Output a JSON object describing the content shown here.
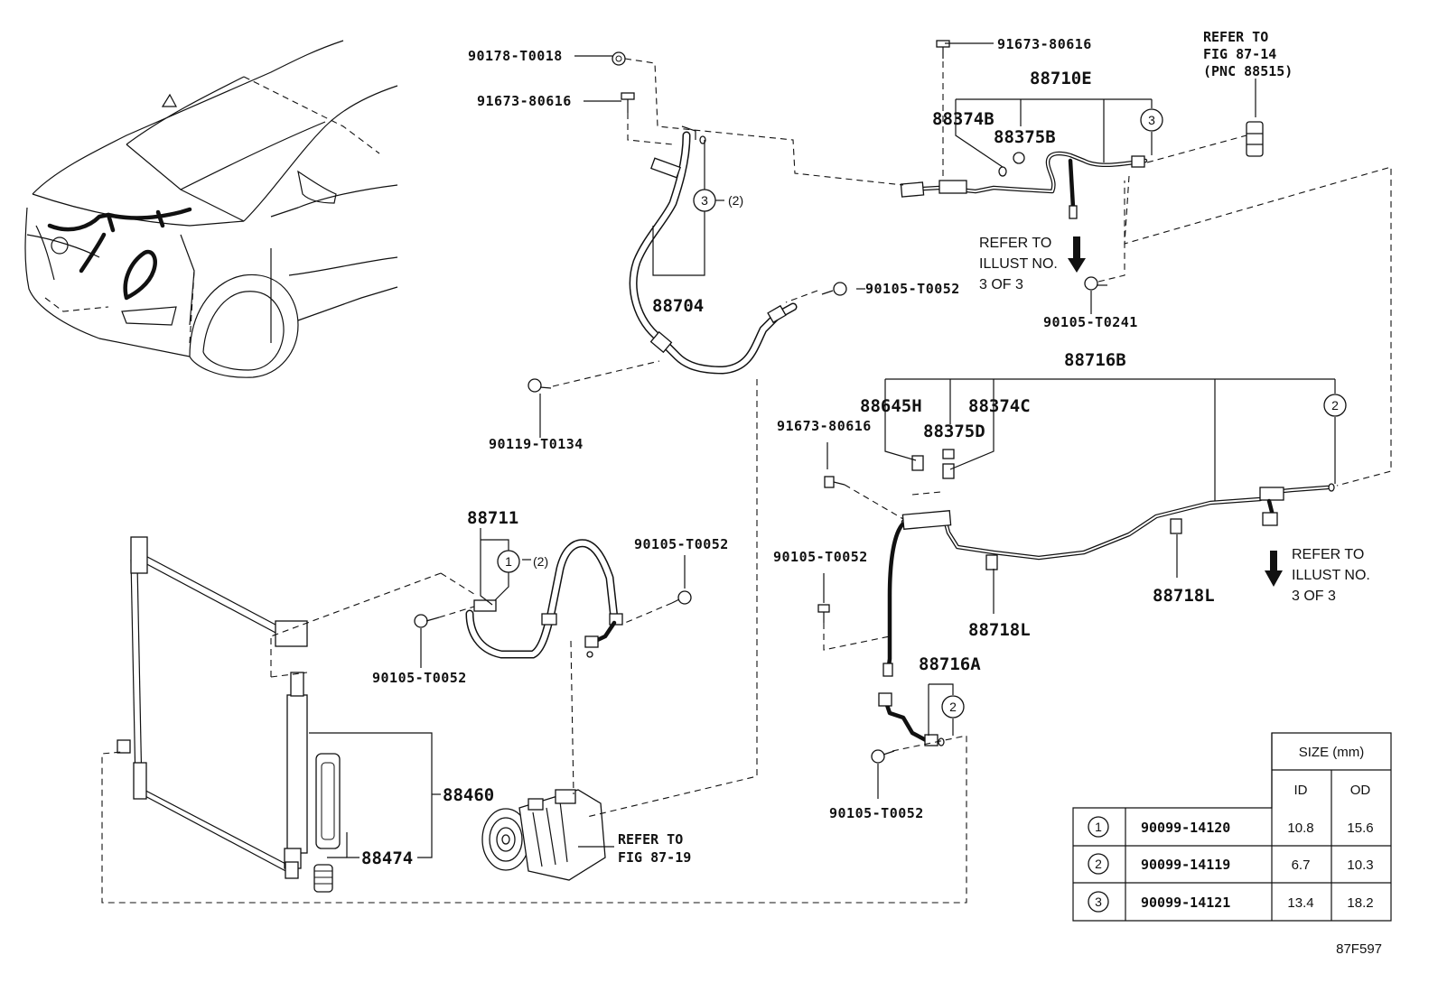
{
  "figure_code": "87F597",
  "part_labels": {
    "p90178": "90178-T0018",
    "p91673_a": "91673-80616",
    "p88704": "88704",
    "p90105_a": "90105-T0052",
    "p90119": "90119-T0134",
    "p91673_b": "91673-80616",
    "p88710E": "88710E",
    "p88374B": "88374B",
    "p88375B": "88375B",
    "p90105_T0241": "90105-T0241",
    "p88716B": "88716B",
    "p88645H": "88645H",
    "p88374C": "88374C",
    "p88375D": "88375D",
    "p91673_c": "91673-80616",
    "p90105_b": "90105-T0052",
    "p88718L_a": "88718L",
    "p88718L_b": "88718L",
    "p88716A": "88716A",
    "p90105_c": "90105-T0052",
    "p88711": "88711",
    "p90105_d": "90105-T0052",
    "p90105_e": "90105-T0052",
    "p88460": "88460",
    "p88474": "88474"
  },
  "qty_marks": {
    "q1": "(2)",
    "q3": "(2)"
  },
  "circle_marks": {
    "c1": "1",
    "c2": "2",
    "c3": "3"
  },
  "notes": {
    "refer_fig_87_14": [
      "REFER TO",
      "FIG 87-14",
      "(PNC 88515)"
    ],
    "refer_illust_top": [
      "REFER TO",
      "ILLUST NO.",
      "3 OF 3"
    ],
    "refer_illust_right": [
      "REFER TO",
      "ILLUST NO.",
      "3 OF 3"
    ],
    "refer_fig_87_19": [
      "REFER TO",
      "FIG 87-19"
    ]
  },
  "size_table": {
    "header": "SIZE (mm)",
    "col_id": "ID",
    "col_od": "OD",
    "rows": [
      {
        "mark": "1",
        "part": "90099-14120",
        "id": "10.8",
        "od": "15.6"
      },
      {
        "mark": "2",
        "part": "90099-14119",
        "id": "6.7",
        "od": "10.3"
      },
      {
        "mark": "3",
        "part": "90099-14121",
        "id": "13.4",
        "od": "18.2"
      }
    ]
  }
}
